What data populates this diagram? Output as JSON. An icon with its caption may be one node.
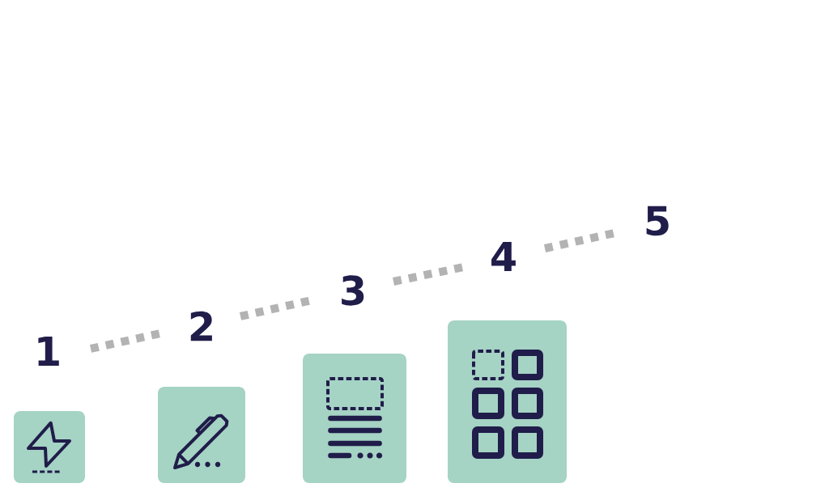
{
  "diagram": {
    "nodes": [
      {
        "text": [
          "1"
        ]
      },
      {
        "text": [
          "2"
        ]
      },
      {
        "text": [
          "3"
        ]
      },
      {
        "text": [
          "4"
        ]
      },
      {
        "text": [
          "5"
        ]
      }
    ],
    "edges": [
      {
        "from": 0,
        "to": 1,
        "arrow": "none",
        "style": "dashed"
      },
      {
        "from": 1,
        "to": 2,
        "arrow": "none",
        "style": "dashed"
      },
      {
        "from": 2,
        "to": 3,
        "arrow": "none",
        "style": "dashed"
      },
      {
        "from": 3,
        "to": 4,
        "arrow": "none",
        "style": "dashed"
      }
    ]
  }
}
